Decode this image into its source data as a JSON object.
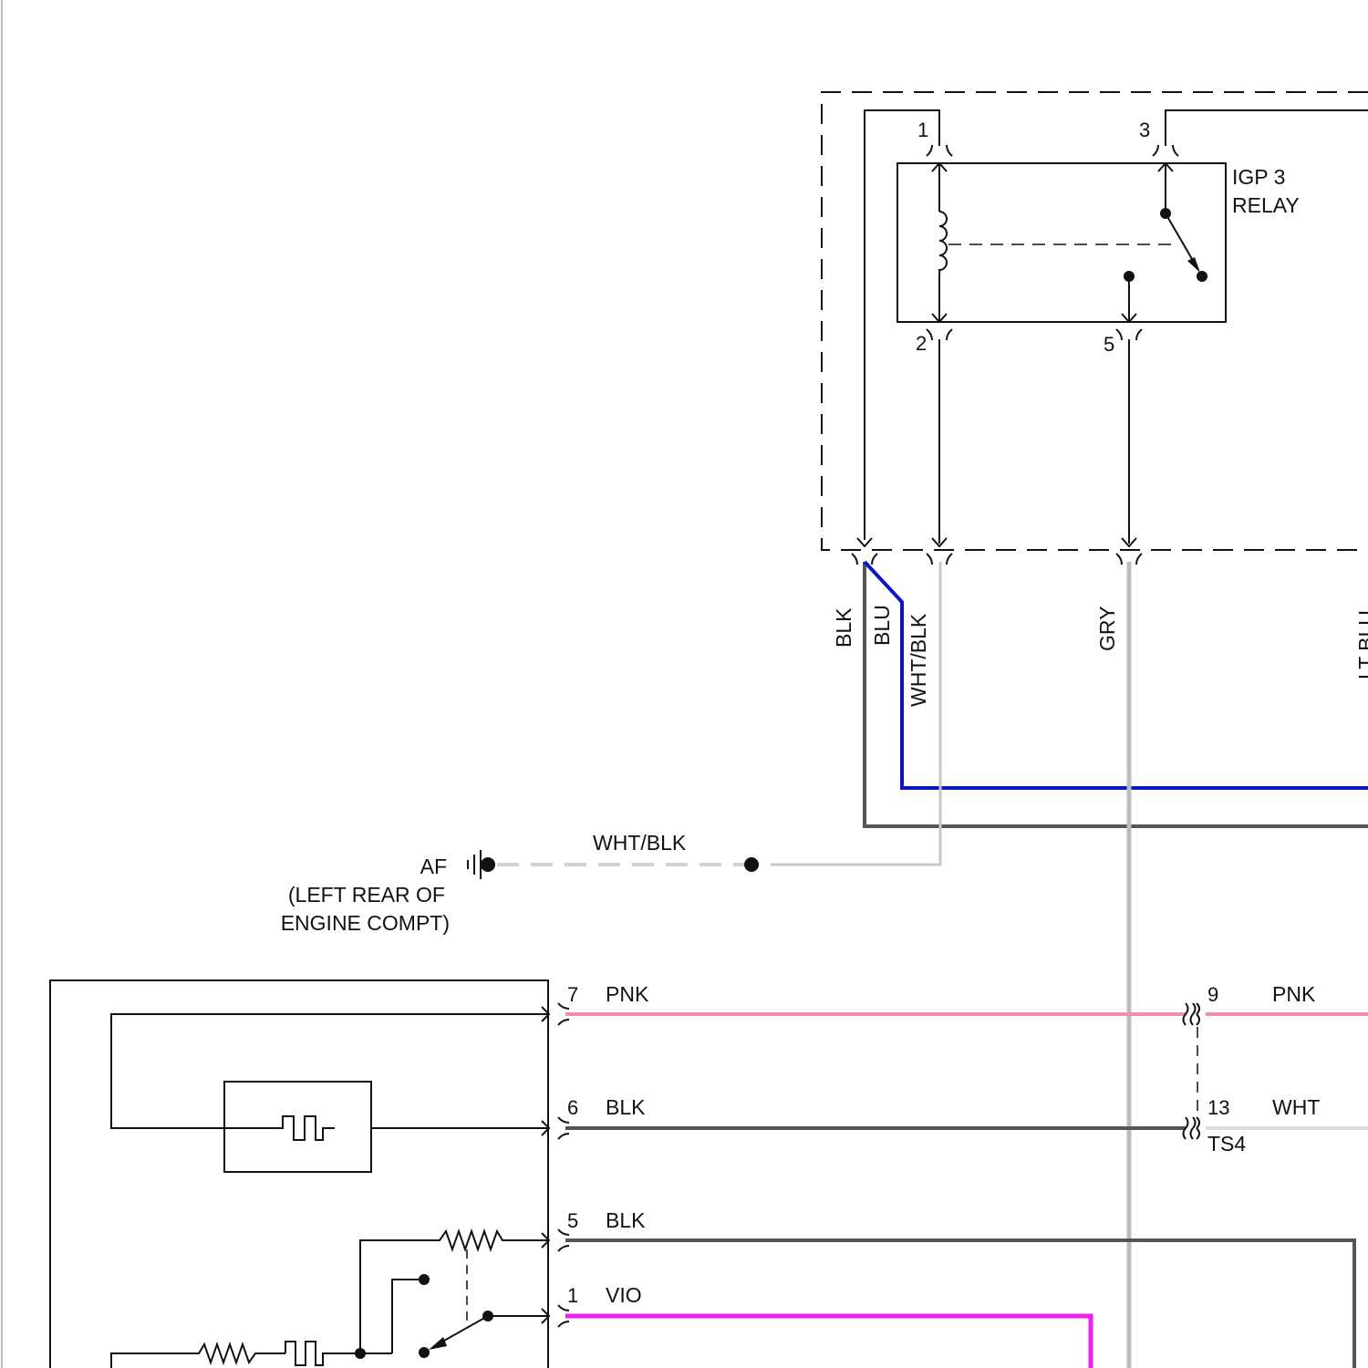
{
  "relay": {
    "name_line1": "IGP 3",
    "name_line2": "RELAY",
    "pins": {
      "p1": "1",
      "p2": "2",
      "p3": "3",
      "p5": "5"
    }
  },
  "wire_labels": {
    "blk": "BLK",
    "blu": "BLU",
    "wht_blk": "WHT/BLK",
    "gry": "GRY",
    "lt_blu_partial": "LT BLU",
    "ground_wire": "WHT/BLK"
  },
  "ground": {
    "name": "AF",
    "location_line1": "(LEFT REAR OF",
    "location_line2": "ENGINE COMPT)"
  },
  "module_pins": [
    {
      "pin": "7",
      "color": "PNK"
    },
    {
      "pin": "6",
      "color": "BLK"
    },
    {
      "pin": "5",
      "color": "BLK"
    },
    {
      "pin": "1",
      "color": "VIO"
    }
  ],
  "connector_ts4": {
    "name": "TS4",
    "pins": [
      {
        "pin": "9",
        "color": "PNK"
      },
      {
        "pin": "13",
        "color": "WHT"
      }
    ]
  },
  "colors": {
    "blk_wire": "#555555",
    "blu_wire": "#0a14c8",
    "wht_wire": "#c8c8c8",
    "gry_wire": "#bdbdbd",
    "pnk_wire": "#f08cb4",
    "vio_wire": "#ee22ee"
  }
}
